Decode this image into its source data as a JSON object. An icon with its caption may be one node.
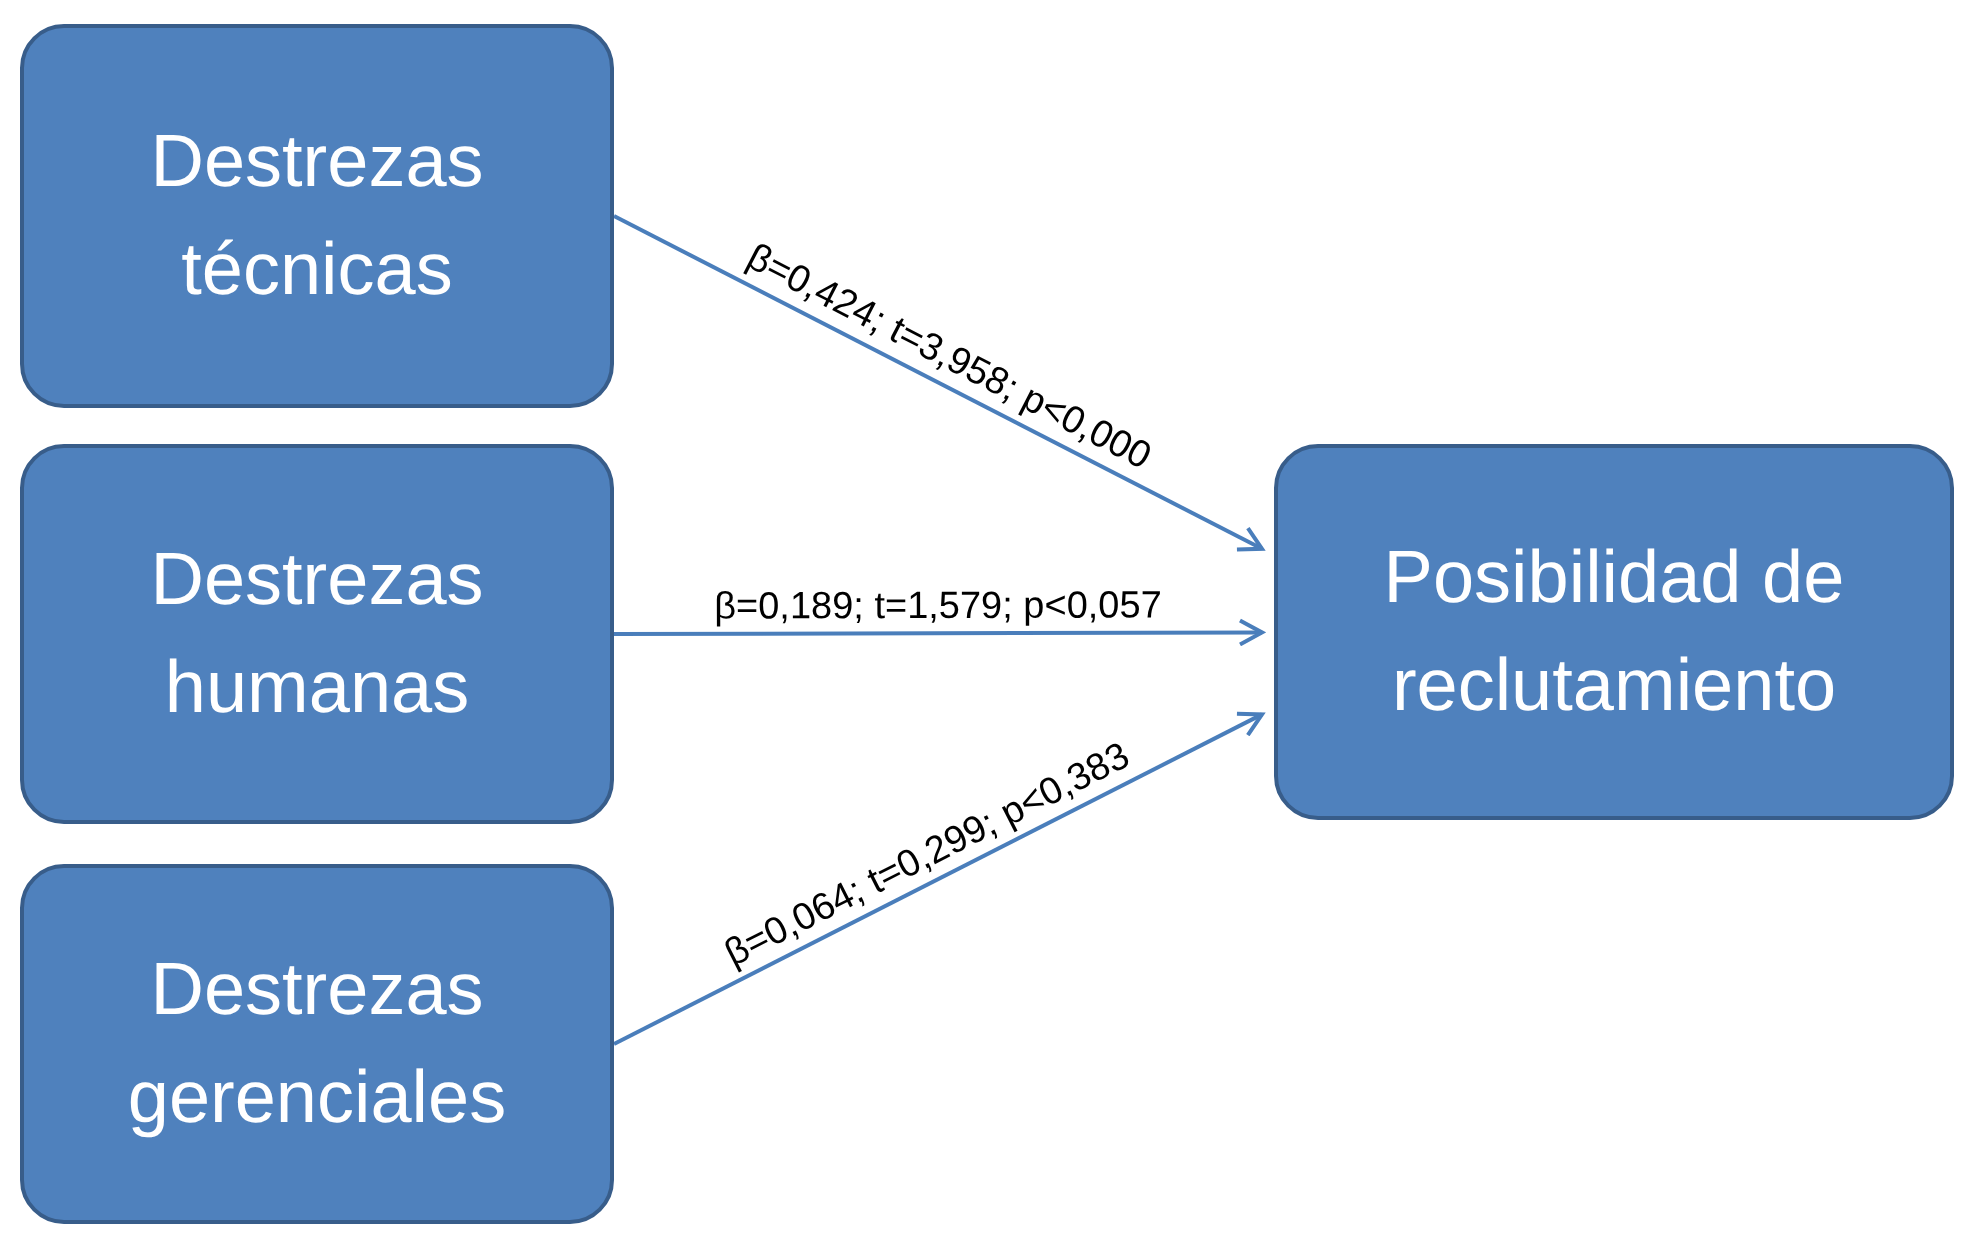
{
  "diagram": {
    "nodes": [
      {
        "text": [
          "Destrezas técnicas"
        ]
      },
      {
        "text": [
          "Destrezas humanas"
        ]
      },
      {
        "text": [
          "Destrezas gerenciales"
        ]
      },
      {
        "text": [
          "Posibilidad de reclutamiento"
        ]
      }
    ],
    "edges": [
      {
        "from": 0,
        "to": 3,
        "arrow": "to",
        "label": "β=0,424; t=3,958; p<0,000"
      },
      {
        "from": 1,
        "to": 3,
        "arrow": "to",
        "label": "β=0,189; t=1,579; p<0,057"
      },
      {
        "from": 2,
        "to": 3,
        "arrow": "to",
        "label": "β=0,064; t=0,299; p<0,383"
      }
    ]
  }
}
